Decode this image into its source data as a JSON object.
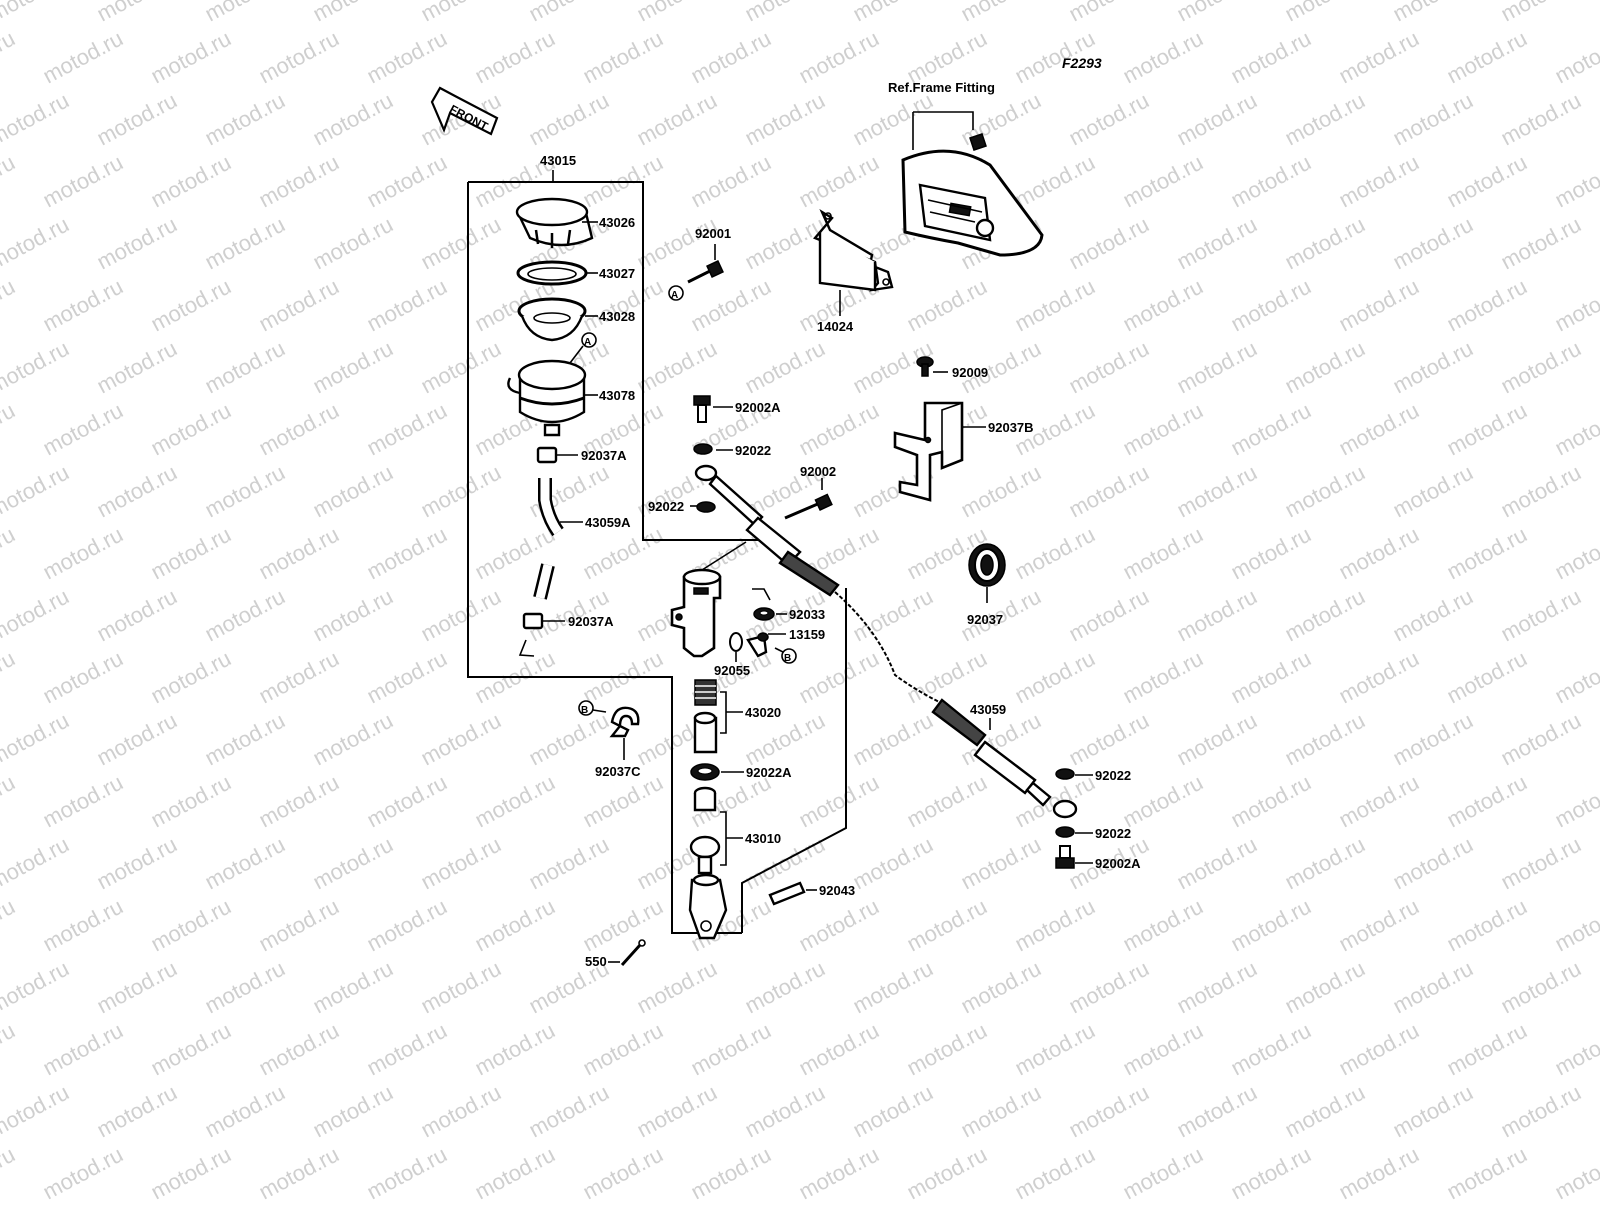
{
  "watermark": "motod.ru",
  "diagram_code": "F2293",
  "front_label": "FRONT",
  "ref_label": "Ref.Frame Fitting",
  "callout_a": "A",
  "callout_b": "B",
  "parts": {
    "p43015": "43015",
    "p43026": "43026",
    "p43027": "43027",
    "p43028": "43028",
    "p43078": "43078",
    "p92037A_1": "92037A",
    "p43059A": "43059A",
    "p92037A_2": "92037A",
    "p92001": "92001",
    "p14024": "14024",
    "p92009": "92009",
    "p92002A_1": "92002A",
    "p92022_1": "92022",
    "p92022_2": "92022",
    "p92002": "92002",
    "p92037B": "92037B",
    "p92037": "92037",
    "p92033": "92033",
    "p13159": "13159",
    "p92055": "92055",
    "p43020": "43020",
    "p92037C": "92037C",
    "p92022A": "92022A",
    "p43010": "43010",
    "p92043": "92043",
    "p550": "550",
    "p43059": "43059",
    "p92022_3": "92022",
    "p92022_4": "92022",
    "p92002A_2": "92002A"
  }
}
